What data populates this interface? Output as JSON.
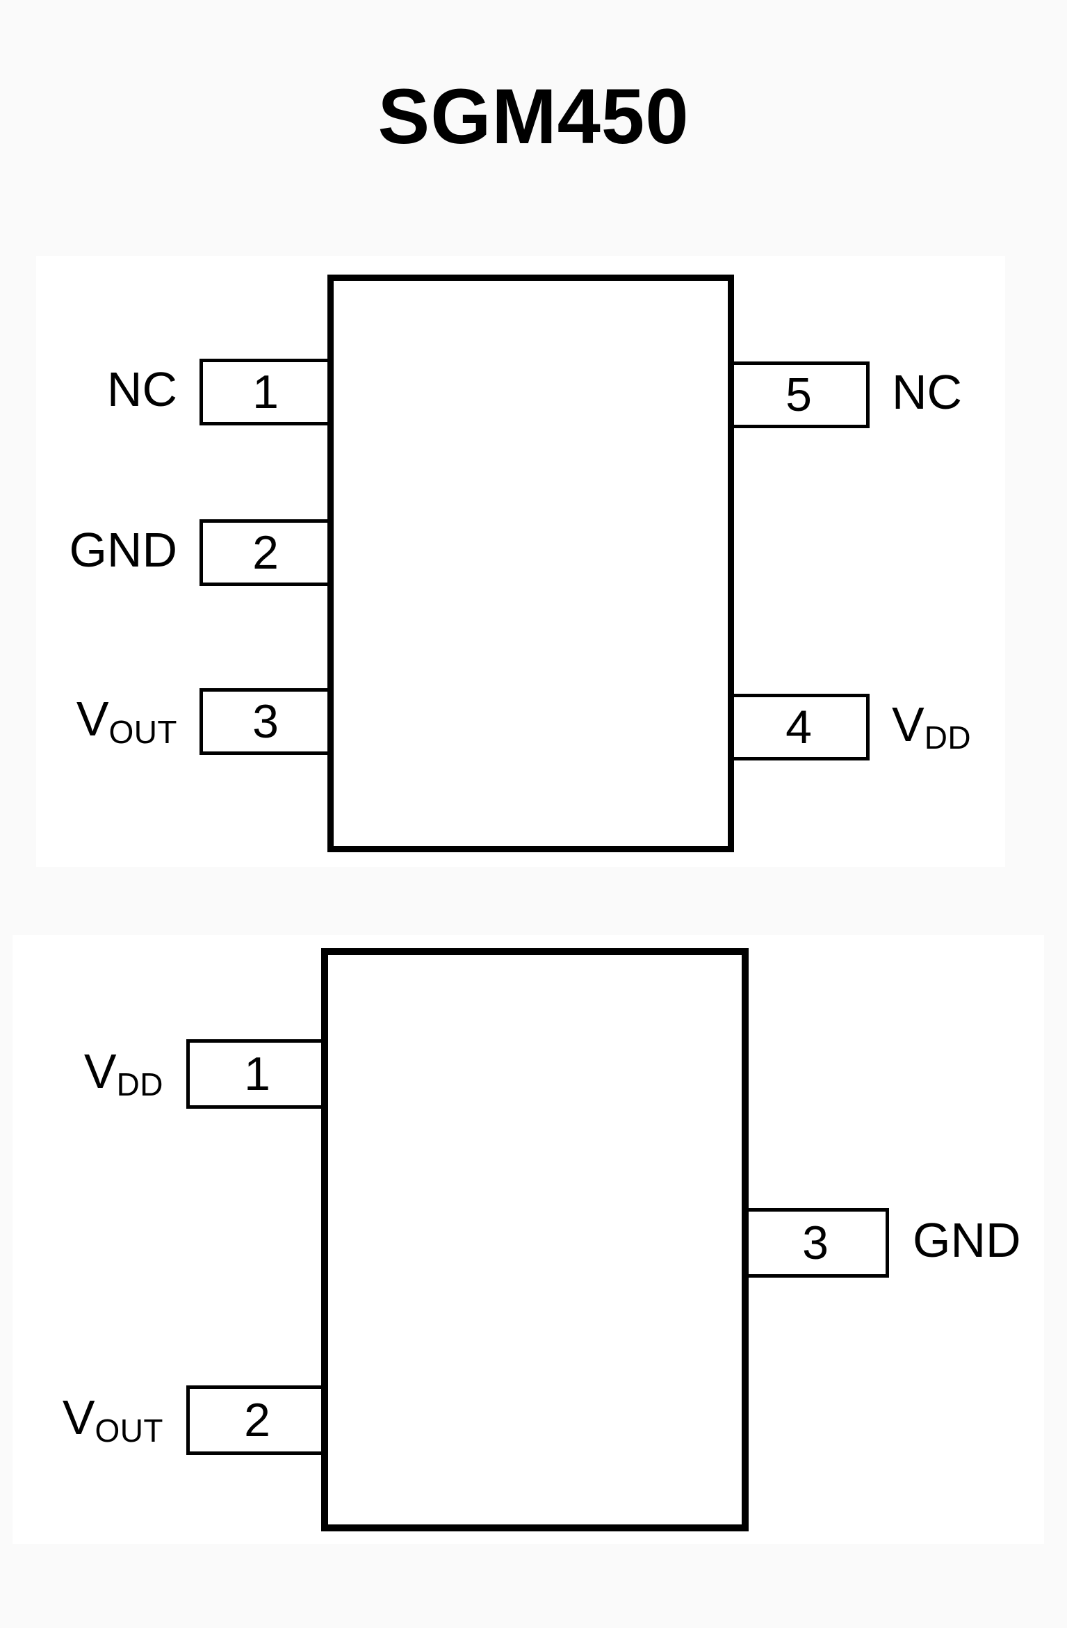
{
  "page": {
    "title": "SGM450",
    "background_color": "#fafafa",
    "panel_color": "#ffffff",
    "ink_color": "#000000"
  },
  "top_diagram": {
    "left_pins": [
      {
        "num": "1",
        "label": "NC",
        "sub": ""
      },
      {
        "num": "2",
        "label": "GND",
        "sub": ""
      },
      {
        "num": "3",
        "label": "V",
        "sub": "OUT"
      }
    ],
    "right_pins": [
      {
        "num": "5",
        "label": "NC",
        "sub": ""
      },
      {
        "num": "4",
        "label": "V",
        "sub": "DD"
      }
    ]
  },
  "bottom_diagram": {
    "left_pins": [
      {
        "num": "1",
        "label": "V",
        "sub": "DD"
      },
      {
        "num": "2",
        "label": "V",
        "sub": "OUT"
      }
    ],
    "right_pins": [
      {
        "num": "3",
        "label": "GND",
        "sub": ""
      }
    ]
  }
}
